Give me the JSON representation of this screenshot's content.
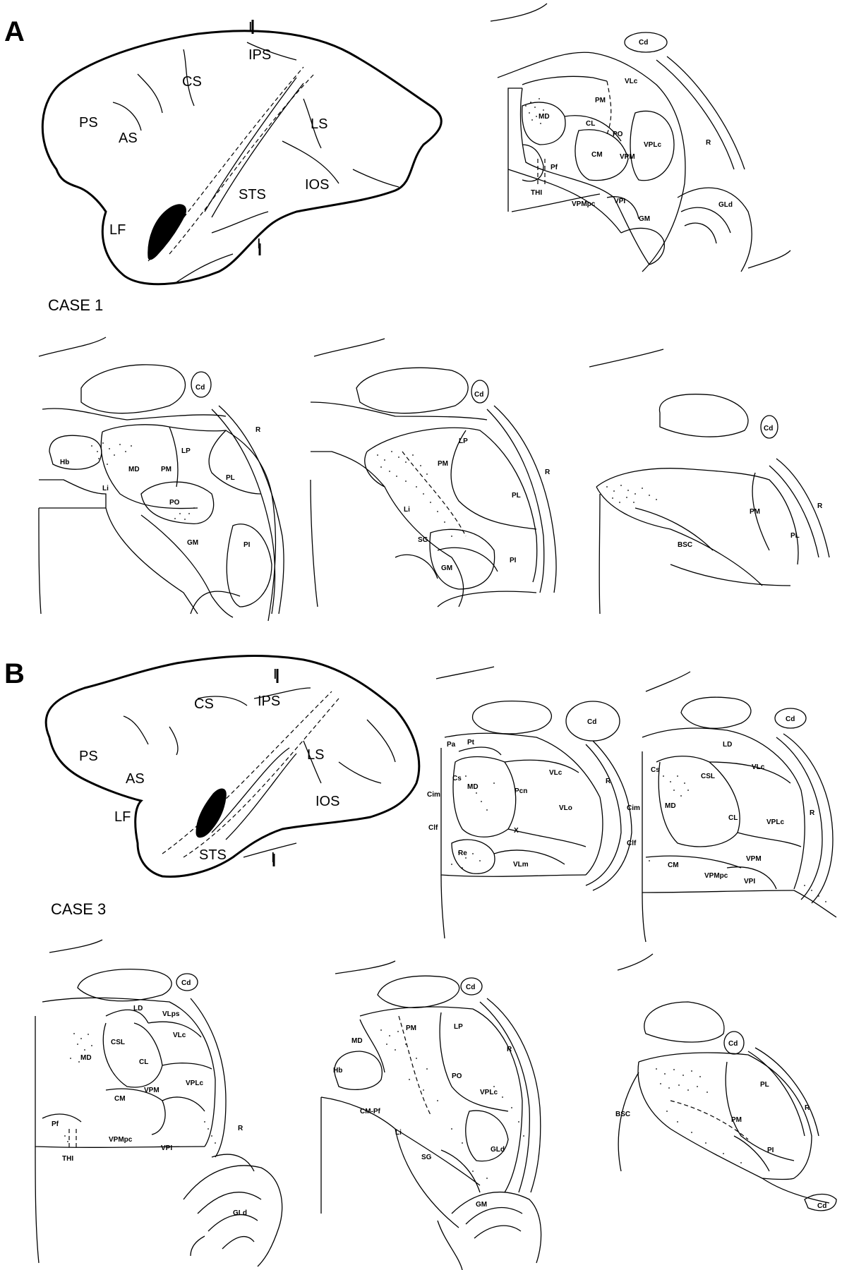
{
  "panels": {
    "A": {
      "letter": "A",
      "case": "CASE 1",
      "brain_labels": {
        "CS": "CS",
        "IPS": "IPS",
        "PS": "PS",
        "AS": "AS",
        "LS": "LS",
        "STS": "STS",
        "IOS": "IOS",
        "LF": "LF",
        "I_top": "I",
        "I_bottom": "I"
      },
      "section1": {
        "Cd": "Cd",
        "VLc": "VLc",
        "MD": "MD",
        "PM": "PM",
        "CL": "CL",
        "PO": "PO",
        "VPLc": "VPLc",
        "CM": "CM",
        "VPM": "VPM",
        "Pf": "Pf",
        "THI": "THI",
        "VPMpc": "VPMpc",
        "VPI": "VPI",
        "GM": "GM",
        "GLd": "GLd",
        "R": "R"
      },
      "section2": {
        "Cd": "Cd",
        "Hb": "Hb",
        "LP": "LP",
        "MD": "MD",
        "PM": "PM",
        "PL": "PL",
        "Li": "Li",
        "PO": "PO",
        "GM": "GM",
        "PI": "PI",
        "R": "R"
      },
      "section3": {
        "Cd": "Cd",
        "LP": "LP",
        "PM": "PM",
        "R": "R",
        "PL": "PL",
        "Li": "Li",
        "SG": "SG",
        "GM": "GM",
        "PI": "PI"
      },
      "section4": {
        "Cd": "Cd",
        "R": "R",
        "PM": "PM",
        "PL": "PL",
        "BSC": "BSC"
      }
    },
    "B": {
      "letter": "B",
      "case": "CASE 3",
      "brain_labels": {
        "I_top": "I",
        "CS": "CS",
        "IPS": "IPS",
        "PS": "PS",
        "AS": "AS",
        "LS": "LS",
        "IOS": "IOS",
        "LF": "LF",
        "STS": "STS",
        "I_bottom": "I"
      },
      "section1": {
        "Cd": "Cd",
        "Pa": "Pa",
        "Pt": "Pt",
        "Cs": "Cs",
        "VLc": "VLc",
        "MD": "MD",
        "Pcn": "Pcn",
        "Cim": "Cim",
        "VLo": "VLo",
        "R": "R",
        "X": "X",
        "Clf": "Clf",
        "Re": "Re",
        "VLm": "VLm"
      },
      "section2": {
        "Cd": "Cd",
        "LD": "LD",
        "Cs": "Cs",
        "CSL": "CSL",
        "VLc": "VLc",
        "MD": "MD",
        "Cim": "Cim",
        "CL": "CL",
        "VPLc": "VPLc",
        "R": "R",
        "Clf": "Clf",
        "VPM": "VPM",
        "CM": "CM",
        "VPMpc": "VPMpc",
        "VPI": "VPI"
      },
      "section3": {
        "Cd": "Cd",
        "LD": "LD",
        "VLps": "VLps",
        "CSL": "CSL",
        "VLc": "VLc",
        "MD": "MD",
        "CL": "CL",
        "VPM": "VPM",
        "VPLc": "VPLc",
        "CM": "CM",
        "Pf": "Pf",
        "R": "R",
        "THI": "THI",
        "VPMpc": "VPMpc",
        "VPI": "VPI",
        "GLd": "GLd"
      },
      "section4": {
        "Cd": "Cd",
        "LP": "LP",
        "MD": "MD",
        "PM": "PM",
        "Hb": "Hb",
        "R": "R",
        "PO": "PO",
        "VPLc": "VPLc",
        "CM-Pf": "CM-Pf",
        "Li": "Li",
        "GLd": "GLd",
        "SG": "SG",
        "GM": "GM"
      },
      "section5": {
        "Cd_top": "Cd",
        "PL": "PL",
        "R": "R",
        "BSC": "BSC",
        "PM": "PM",
        "PI": "PI",
        "Cd_bottom": "Cd"
      }
    }
  }
}
